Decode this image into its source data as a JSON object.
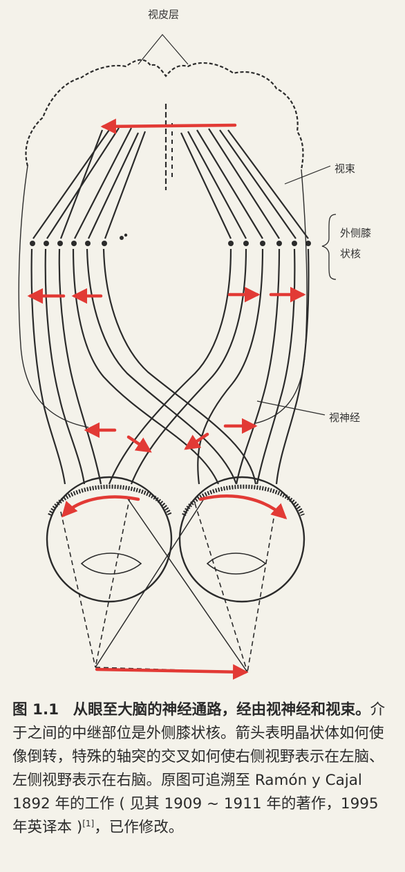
{
  "labels": {
    "visual_cortex": "视皮层",
    "optic_radiation": "视束",
    "lgn_line1": "外侧膝",
    "lgn_line2": "状核",
    "optic_nerve": "视神经"
  },
  "caption": {
    "number": "图 1.1",
    "bold_text": "从眼至大脑的神经通路，经由视神经和视束。",
    "body_text": "介于之间的中继部位是外侧膝状核。箭头表明晶状体如何使像倒转，特殊的轴突的交叉如何使右侧视野表示在左脑、左侧视野表示在右脑。原图可追溯至 Ramón y Cajal 1892 年的工作 ( 见其 1909 ~ 1911 年的著作，1995 年英译本 )",
    "ref": "[1]",
    "tail": "，已作修改。"
  },
  "colors": {
    "arrow": "#e23a35",
    "line": "#2b2b2b",
    "background": "#f4f2ea"
  }
}
